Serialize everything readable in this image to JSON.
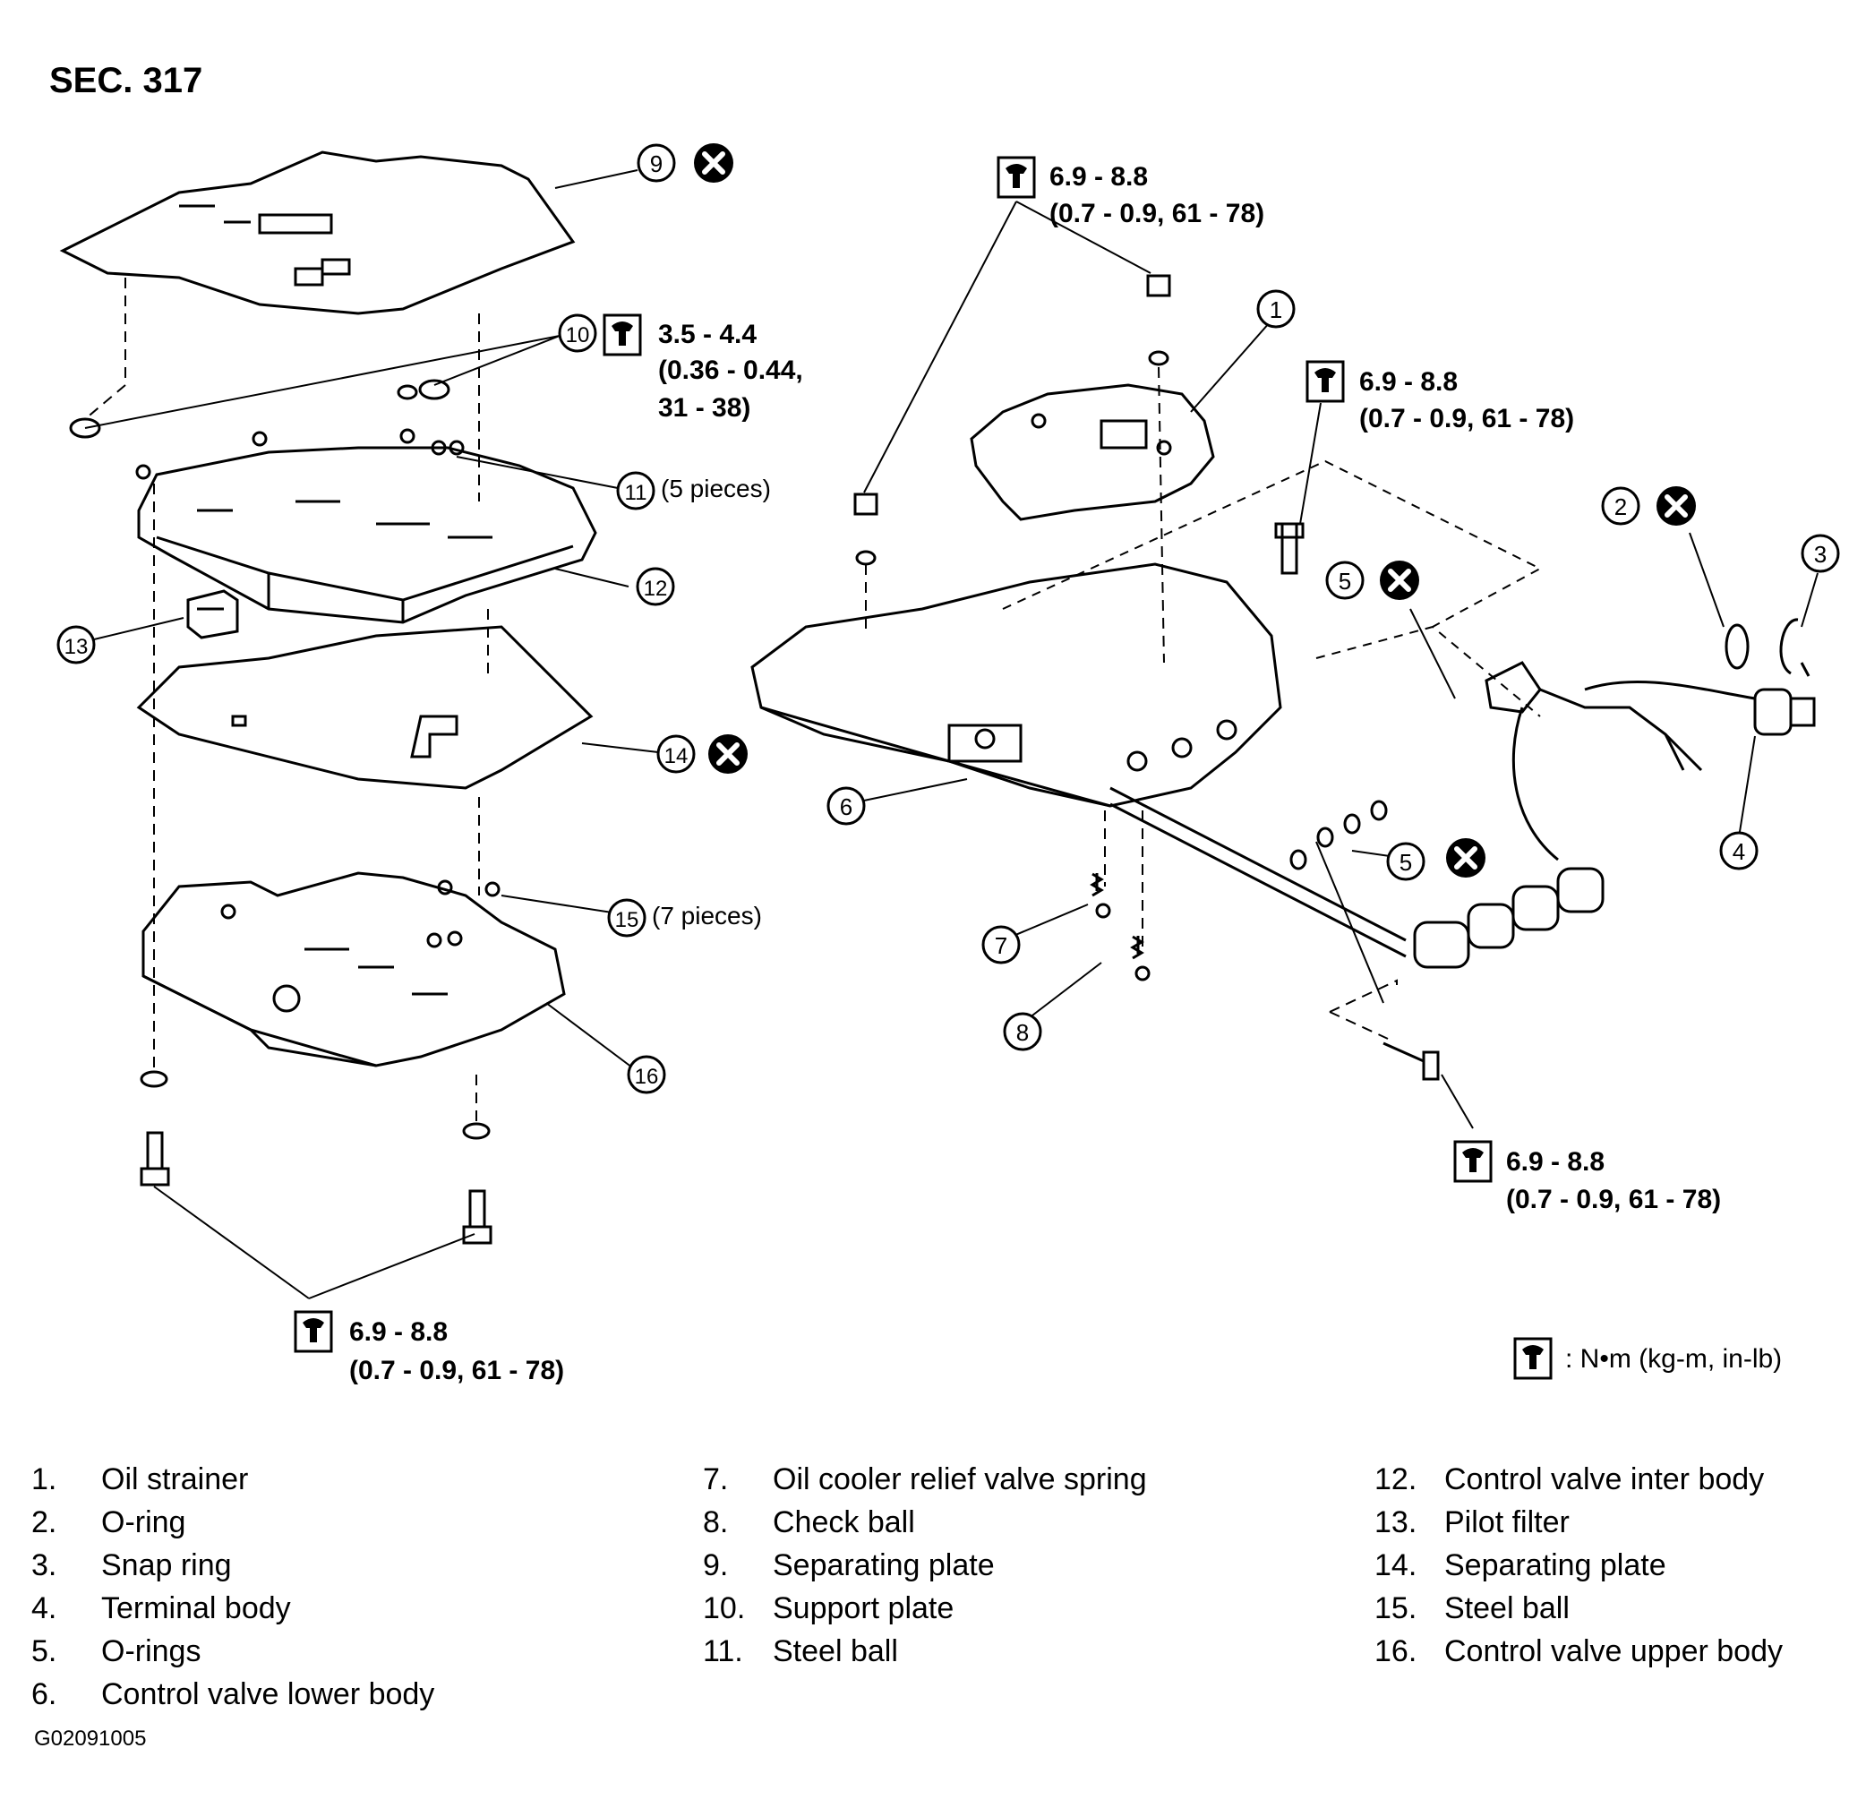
{
  "section_title": "SEC. 317",
  "figure_code": "G02091005",
  "callouts": {
    "c1": "1",
    "c2": "2",
    "c3": "3",
    "c4": "4",
    "c5a": "5",
    "c5b": "5",
    "c6": "6",
    "c7": "7",
    "c8": "8",
    "c9": "9",
    "c10": "10",
    "c11": "11",
    "c12": "12",
    "c13": "13",
    "c14": "14",
    "c15": "15",
    "c16": "16"
  },
  "quantity_notes": {
    "steel_ball_11": "(5 pieces)",
    "steel_ball_15": "(7 pieces)"
  },
  "torque_specs": {
    "t_top_center": {
      "line1": "6.9 - 8.8",
      "line2": "(0.7 - 0.9, 61 - 78)"
    },
    "t_support_plate": {
      "line1": "3.5 - 4.4",
      "line2": "(0.36 - 0.44,",
      "line3": "31 - 38)"
    },
    "t_right_upper": {
      "line1": "6.9 - 8.8",
      "line2": "(0.7 - 0.9, 61 - 78)"
    },
    "t_right_lower": {
      "line1": "6.9 - 8.8",
      "line2": "(0.7 - 0.9, 61 - 78)"
    },
    "t_bottom_left": {
      "line1": "6.9 - 8.8",
      "line2": "(0.7 - 0.9, 61 - 78)"
    }
  },
  "torque_units_note": ": N•m (kg-m, in-lb)",
  "icons": {
    "torque": "torque-wrench-icon",
    "replace": "do-not-reuse-icon"
  },
  "legend": {
    "col1": [
      {
        "num": "1.",
        "label": "Oil strainer"
      },
      {
        "num": "2.",
        "label": "O-ring"
      },
      {
        "num": "3.",
        "label": "Snap ring"
      },
      {
        "num": "4.",
        "label": "Terminal body"
      },
      {
        "num": "5.",
        "label": "O-rings"
      },
      {
        "num": "6.",
        "label": "Control valve lower body"
      }
    ],
    "col2": [
      {
        "num": "7.",
        "label": "Oil cooler relief valve spring"
      },
      {
        "num": "8.",
        "label": "Check ball"
      },
      {
        "num": "9.",
        "label": "Separating plate"
      },
      {
        "num": "10.",
        "label": "Support plate"
      },
      {
        "num": "11.",
        "label": "Steel ball"
      }
    ],
    "col3": [
      {
        "num": "12.",
        "label": "Control valve inter body"
      },
      {
        "num": "13.",
        "label": "Pilot filter"
      },
      {
        "num": "14.",
        "label": "Separating plate"
      },
      {
        "num": "15.",
        "label": "Steel ball"
      },
      {
        "num": "16.",
        "label": "Control valve upper body"
      }
    ]
  }
}
